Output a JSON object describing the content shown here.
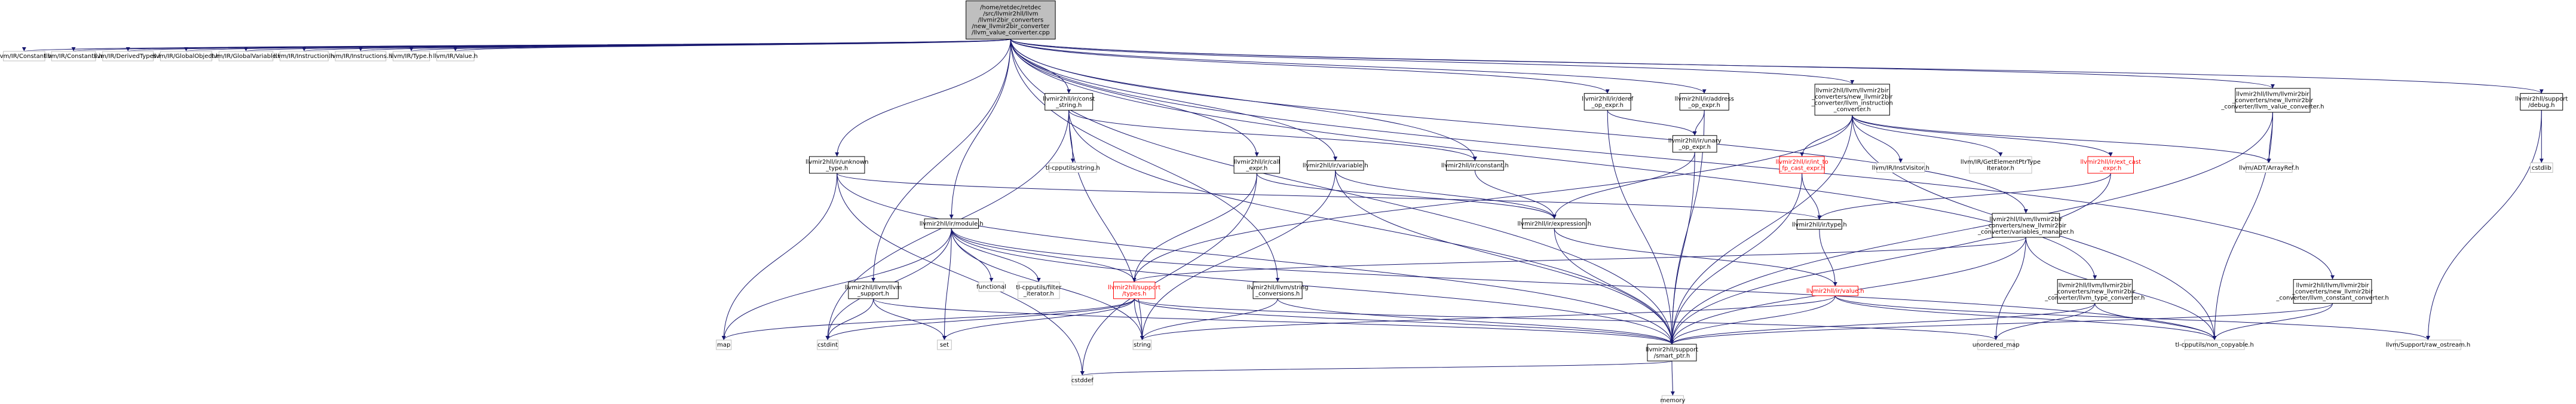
{
  "colors": {
    "edge": "#191970",
    "root_fill": "#bfbfbf",
    "external_border": "#bfbfbf",
    "incomplete_border": "#ff0000",
    "box_border": "#000000"
  },
  "nodes": [
    {
      "id": "root",
      "lines": [
        "/home/retdec/retdec",
        "/src/llvmir2hll/llvm",
        "/llvmir2bir_converters",
        "/new_llvmir2bir_converter",
        "/llvm_value_converter.cpp"
      ],
      "kind": "root"
    },
    {
      "id": "ir_constant",
      "lines": [
        "llvm/IR/Constant.h"
      ],
      "kind": "ext"
    },
    {
      "id": "ir_constants",
      "lines": [
        "llvm/IR/Constants.h"
      ],
      "kind": "ext"
    },
    {
      "id": "ir_derivedtypes",
      "lines": [
        "llvm/IR/DerivedTypes.h"
      ],
      "kind": "ext"
    },
    {
      "id": "ir_globalobject",
      "lines": [
        "llvm/IR/GlobalObject.h"
      ],
      "kind": "ext"
    },
    {
      "id": "ir_globalvariable",
      "lines": [
        "llvm/IR/GlobalVariable.h"
      ],
      "kind": "ext"
    },
    {
      "id": "ir_instruction",
      "lines": [
        "llvm/IR/Instruction.h"
      ],
      "kind": "ext"
    },
    {
      "id": "ir_instructions",
      "lines": [
        "llvm/IR/Instructions.h"
      ],
      "kind": "ext"
    },
    {
      "id": "ir_type",
      "lines": [
        "llvm/IR/Type.h"
      ],
      "kind": "ext"
    },
    {
      "id": "ir_value",
      "lines": [
        "llvm/IR/Value.h"
      ],
      "kind": "ext"
    },
    {
      "id": "hll_unknown",
      "lines": [
        "llvmir2hll/ir/unknown",
        "_type.h"
      ],
      "kind": "normal"
    },
    {
      "id": "hll_module",
      "lines": [
        "llvmir2hll/ir/module.h"
      ],
      "kind": "normal"
    },
    {
      "id": "hll_llvm_support",
      "lines": [
        "llvmir2hll/llvm/llvm",
        "_support.h"
      ],
      "kind": "normal"
    },
    {
      "id": "hll_const_string",
      "lines": [
        "llvmir2hll/ir/const",
        "_string.h"
      ],
      "kind": "normal"
    },
    {
      "id": "cpputils_string",
      "lines": [
        "tl-cpputils/string.h"
      ],
      "kind": "ext"
    },
    {
      "id": "hll_call_expr",
      "lines": [
        "llvmir2hll/ir/call",
        "_expr.h"
      ],
      "kind": "normal"
    },
    {
      "id": "hll_variable",
      "lines": [
        "llvmir2hll/ir/variable.h"
      ],
      "kind": "normal"
    },
    {
      "id": "hll_constant",
      "lines": [
        "llvmir2hll/ir/constant.h"
      ],
      "kind": "normal"
    },
    {
      "id": "hll_deref",
      "lines": [
        "llvmir2hll/ir/deref",
        "_op_expr.h"
      ],
      "kind": "normal"
    },
    {
      "id": "hll_address",
      "lines": [
        "llvmir2hll/ir/address",
        "_op_expr.h"
      ],
      "kind": "normal"
    },
    {
      "id": "hll_unary",
      "lines": [
        "llvmir2hll/ir/unary",
        "_op_expr.h"
      ],
      "kind": "normal"
    },
    {
      "id": "hll_expression",
      "lines": [
        "llvmir2hll/ir/expression.h"
      ],
      "kind": "normal"
    },
    {
      "id": "hll_instr_conv",
      "lines": [
        "llvmir2hll/llvm/llvmir2bir",
        "_converters/new_llvmir2bir",
        "_converter/llvm_instruction",
        "_converter.h"
      ],
      "kind": "normal"
    },
    {
      "id": "hll_int_to_fp",
      "lines": [
        "llvmir2hll/ir/int_to",
        "_fp_cast_expr.h"
      ],
      "kind": "red"
    },
    {
      "id": "llvm_instvisitor",
      "lines": [
        "llvm/IR/InstVisitor.h"
      ],
      "kind": "ext"
    },
    {
      "id": "llvm_gep",
      "lines": [
        "llvm/IR/GetElementPtrType",
        "Iterator.h"
      ],
      "kind": "ext"
    },
    {
      "id": "hll_ext_cast",
      "lines": [
        "llvmir2hll/ir/ext_cast",
        "_expr.h"
      ],
      "kind": "red"
    },
    {
      "id": "hll_value_conv_h",
      "lines": [
        "llvmir2hll/llvm/llvmir2bir",
        "_converters/new_llvmir2bir",
        "_converter/llvm_value_converter.h"
      ],
      "kind": "normal"
    },
    {
      "id": "adt_arrayref",
      "lines": [
        "llvm/ADT/ArrayRef.h"
      ],
      "kind": "ext"
    },
    {
      "id": "hll_debug",
      "lines": [
        "llvmir2hll/support",
        "/debug.h"
      ],
      "kind": "normal"
    },
    {
      "id": "cstdlib",
      "lines": [
        "cstdlib"
      ],
      "kind": "ext"
    },
    {
      "id": "hll_type",
      "lines": [
        "llvmir2hll/ir/type.h"
      ],
      "kind": "normal"
    },
    {
      "id": "hll_var_mgr",
      "lines": [
        "llvmir2hll/llvm/llvmir2bir",
        "_converters/new_llvmir2bir",
        "_converter/variables_manager.h"
      ],
      "kind": "normal"
    },
    {
      "id": "functional",
      "lines": [
        "functional"
      ],
      "kind": "ext"
    },
    {
      "id": "cpputils_filter",
      "lines": [
        "tl-cpputils/filter",
        "_iterator.h"
      ],
      "kind": "ext"
    },
    {
      "id": "hll_support_types",
      "lines": [
        "llvmir2hll/support",
        "/types.h"
      ],
      "kind": "red"
    },
    {
      "id": "hll_string_conv",
      "lines": [
        "llvmir2hll/llvm/string",
        "_conversions.h"
      ],
      "kind": "normal"
    },
    {
      "id": "hll_ir_value",
      "lines": [
        "llvmir2hll/ir/value.h"
      ],
      "kind": "red"
    },
    {
      "id": "hll_type_conv",
      "lines": [
        "llvmir2hll/llvm/llvmir2bir",
        "_converters/new_llvmir2bir",
        "_converter/llvm_type_converter.h"
      ],
      "kind": "normal"
    },
    {
      "id": "hll_const_conv",
      "lines": [
        "llvmir2hll/llvm/llvmir2bir",
        "_converters/new_llvmir2bir",
        "_converter/llvm_constant_converter.h"
      ],
      "kind": "normal"
    },
    {
      "id": "map",
      "lines": [
        "map"
      ],
      "kind": "ext"
    },
    {
      "id": "cstdint",
      "lines": [
        "cstdint"
      ],
      "kind": "ext"
    },
    {
      "id": "set",
      "lines": [
        "set"
      ],
      "kind": "ext"
    },
    {
      "id": "string",
      "lines": [
        "string"
      ],
      "kind": "ext"
    },
    {
      "id": "hll_smart_ptr",
      "lines": [
        "llvmir2hll/support",
        "/smart_ptr.h"
      ],
      "kind": "normal"
    },
    {
      "id": "unordered_map",
      "lines": [
        "unordered_map"
      ],
      "kind": "ext"
    },
    {
      "id": "non_copyable",
      "lines": [
        "tl-cpputils/non_copyable.h"
      ],
      "kind": "ext"
    },
    {
      "id": "raw_ostream",
      "lines": [
        "llvm/Support/raw_ostream.h"
      ],
      "kind": "ext"
    },
    {
      "id": "cstddef",
      "lines": [
        "cstddef"
      ],
      "kind": "ext"
    },
    {
      "id": "memory",
      "lines": [
        "memory"
      ],
      "kind": "ext"
    }
  ]
}
